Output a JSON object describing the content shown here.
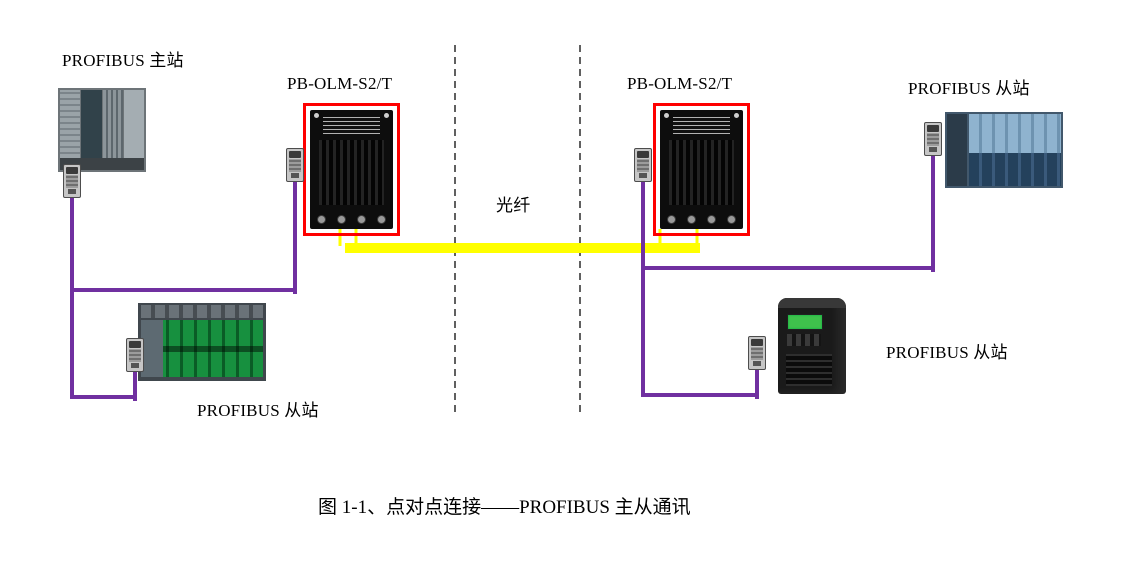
{
  "figure": {
    "caption": "图 1-1、点对点连接——PROFIBUS 主从通讯",
    "fiber_label": "光纤",
    "labels": {
      "master_station": "PROFIBUS 主站",
      "olm_left": "PB-OLM-S2/T",
      "olm_right": "PB-OLM-S2/T",
      "slave_top_right": "PROFIBUS 从站",
      "slave_bottom_left": "PROFIBUS 从站",
      "slave_bottom_right": "PROFIBUS 从站"
    },
    "colors": {
      "cable_purple": "#7030a0",
      "fiber_yellow": "#ffff00",
      "highlight_red": "#fe0000",
      "text": "#000000"
    }
  }
}
